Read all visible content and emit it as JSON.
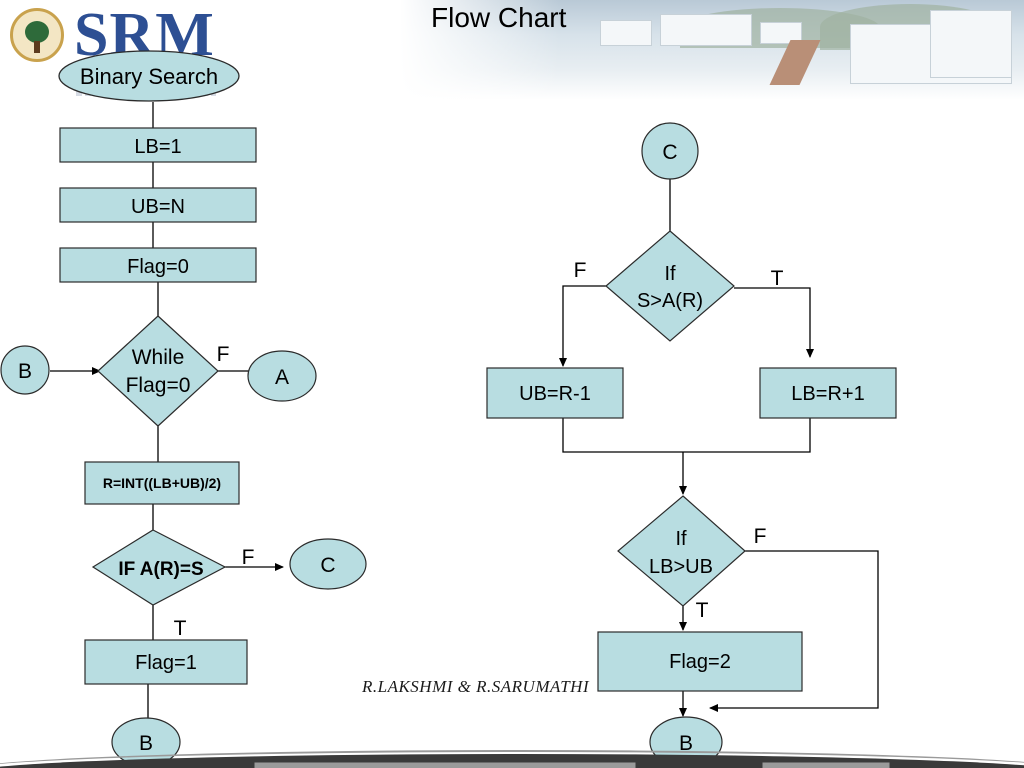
{
  "header": {
    "logo_text": "SRM",
    "title": "Flow Chart"
  },
  "footer": {
    "credit": "R.LAKSHMI  &  R.SARUMATHI"
  },
  "colors": {
    "node_fill": "#b8dde1",
    "node_stroke": "#2b2b2b",
    "line": "#000000",
    "logo_blue": "#2d4f93"
  },
  "flowchart": {
    "start": "Binary Search",
    "lb_init": "LB=1",
    "ub_init": "UB=N",
    "flag_init": "Flag=0",
    "while_line1": "While",
    "while_line2": "Flag=0",
    "connector_b_left": "B",
    "connector_a": "A",
    "while_false": "F",
    "compute_r": "R=INT((LB+UB)/2)",
    "if_found": "IF A(R)=S",
    "if_found_false": "F",
    "if_found_true": "T",
    "connector_c_left": "C",
    "flag_one": "Flag=1",
    "connector_b_bottom_left": "B",
    "connector_c_right": "C",
    "if_greater_line1": "If",
    "if_greater_line2": "S>A(R)",
    "if_greater_false": "F",
    "if_greater_true": "T",
    "ub_update": "UB=R-1",
    "lb_update": "LB=R+1",
    "if_cross_line1": "If",
    "if_cross_line2": "LB>UB",
    "if_cross_false": "F",
    "if_cross_true": "T",
    "flag_two": "Flag=2",
    "connector_b_bottom_right": "B"
  }
}
